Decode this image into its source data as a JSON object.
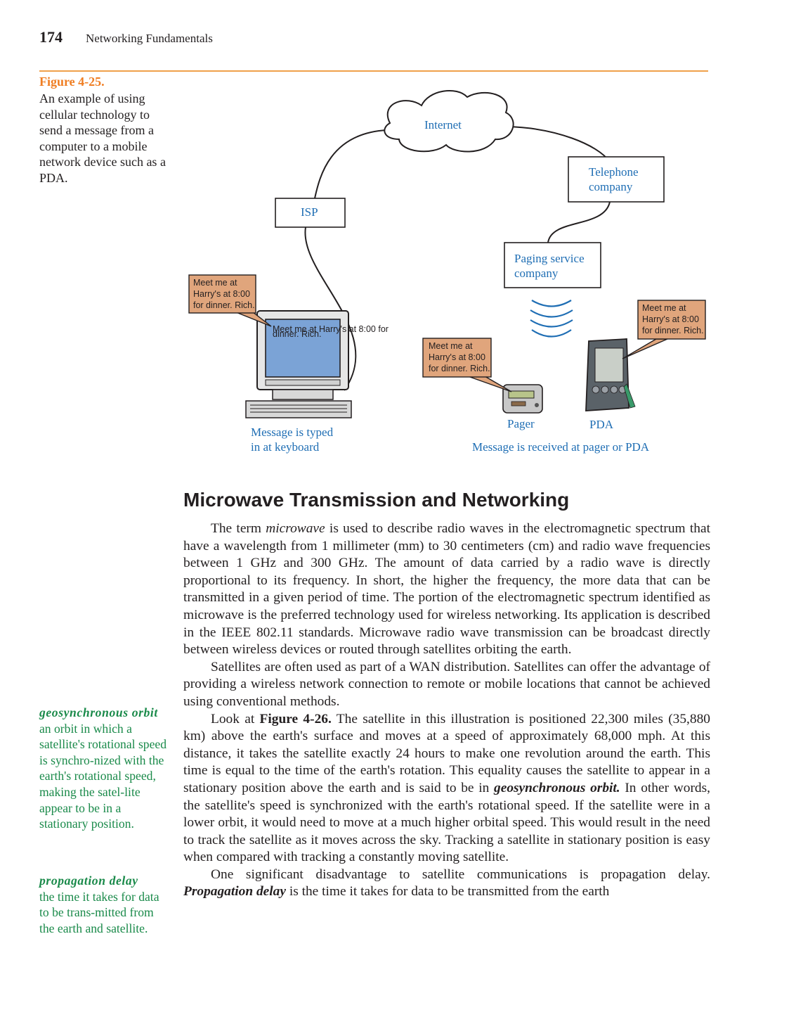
{
  "header": {
    "page_number": "174",
    "running_head": "Networking Fundamentals"
  },
  "figure": {
    "label": "Figure 4-25.",
    "caption": "An example of using cellular technology to send a message from a computer to a mobile network device such as a PDA.",
    "nodes": {
      "internet": "Internet",
      "isp": "ISP",
      "telephone": [
        "Telephone",
        "company"
      ],
      "paging": [
        "Paging service",
        "company"
      ]
    },
    "message_lines": [
      "Meet me at",
      "Harry's at 8:00",
      "for dinner. Rich."
    ],
    "screen_text": [
      "Meet me at Harry's at 8:00 for",
      "dinner. Rich."
    ],
    "labels": {
      "typed": [
        "Message is typed",
        "in at keyboard"
      ],
      "pager": "Pager",
      "pda": "PDA",
      "received": "Message is received at pager or PDA"
    }
  },
  "section": {
    "heading": "Microwave Transmission and Networking",
    "p1": {
      "pre": "The term ",
      "em": "microwave",
      "post": " is used to describe radio waves in the electromagnetic spectrum that have a wavelength from 1 millimeter (mm) to 30 centimeters (cm) and radio wave frequencies between 1 GHz and 300 GHz. The amount of data carried by a radio wave is directly proportional to its frequency. In short, the higher the frequency, the more data that can be transmitted in a given period of time. The portion of the electromagnetic spectrum identified as microwave is the preferred technology used for wireless networking. Its application is described in the IEEE 802.11 standards. Microwave radio wave transmission can be broadcast directly between wireless devices or routed through satellites orbiting the earth."
    },
    "p2": "Satellites are often used as part of a WAN distribution. Satellites can offer the advantage of providing a wireless network connection to remote or mobile locations that cannot be achieved using conventional methods.",
    "p3": {
      "pre": "Look at ",
      "ref": "Figure 4-26.",
      "mid": " The satellite in this illustration is positioned 22,300 miles (35,880 km) above the earth's surface and moves at a speed of approximately 68,000 mph. At this distance, it takes the satellite exactly 24 hours to make one revolution around the earth. This time is equal to the time of the earth's rotation. This equality causes the satellite to appear in a stationary position above the earth and is said to be in ",
      "term": "geosynchronous orbit.",
      "post": " In other words, the satellite's speed is synchronized with the earth's rotational speed. If the satellite were in a lower orbit, it would need to move at a much higher orbital speed. This would result in the need to track the satellite as it moves across the sky. Tracking a satellite in stationary position is easy when compared with tracking a constantly moving satellite."
    },
    "p4": {
      "pre": "One significant disadvantage to satellite communications is propagation delay. ",
      "term": "Propagation delay",
      "post": " is the time it takes for data to be transmitted from the earth"
    }
  },
  "glossary": [
    {
      "term": "geosynchronous orbit",
      "definition": "an orbit in which a satellite's rotational speed is synchro-nized with the earth's rotational speed, making the satel-lite appear to be in a stationary position."
    },
    {
      "term": "propagation delay",
      "definition": "the time it takes for data to be trans-mitted from the earth and satellite."
    }
  ],
  "colors": {
    "accent": "#ef7d22",
    "rule": "#f0a04b",
    "diagram_text": "#1f6eb4",
    "glossary": "#1a8a4a",
    "callout_fill": "#e0a57c"
  }
}
